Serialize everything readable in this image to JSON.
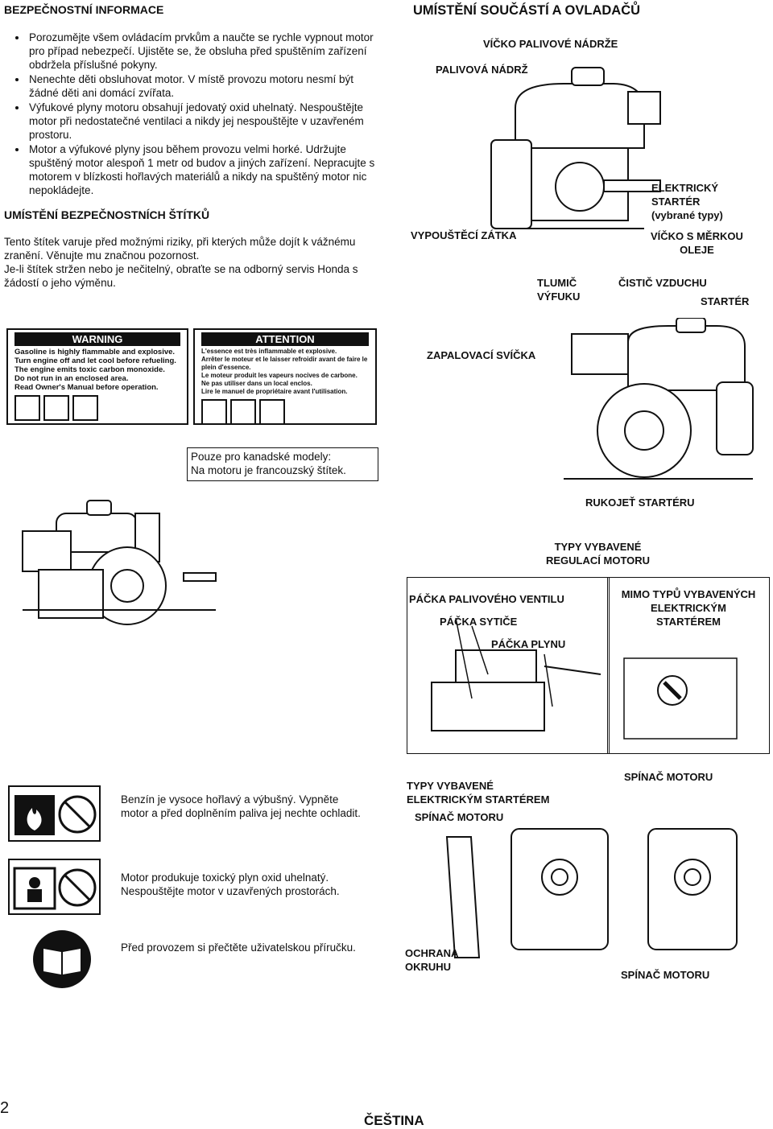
{
  "left": {
    "safety_title": "BEZPEČNOSTNÍ INFORMACE",
    "safety_bullets": [
      "Porozumějte všem ovládacím prvkům a naučte se rychle vypnout motor pro případ nebezpečí. Ujistěte se, že obsluha před spuštěním zařízení obdržela příslušné pokyny.",
      "Nenechte děti obsluhovat motor. V místě provozu motoru nesmí být žádné děti ani domácí zvířata.",
      "Výfukové plyny motoru obsahují jedovatý oxid uhelnatý. Nespouštějte motor při nedostatečné ventilaci a nikdy jej nespouštějte v uzavřeném prostoru.",
      "Motor a výfukové plyny jsou během provozu velmi horké. Udržujte spuštěný motor alespoň 1 metr od budov a jiných zařízení. Nepracujte s motorem v blízkosti hořlavých materiálů a nikdy na spuštěný motor nic nepokládejte."
    ],
    "labels_title": "UMÍSTĚNÍ BEZPEČNOSTNÍCH ŠTÍTKŮ",
    "labels_text": [
      "Tento štítek varuje před možnými riziky, při kterých může dojít k vážnému zranění. Věnujte mu značnou pozornost.",
      "Je-li štítek stržen nebo je nečitelný, obraťte se na odborný servis Honda s žádostí o jeho výměnu."
    ],
    "warning_label": {
      "head": "WARNING",
      "lines": [
        "Gasoline is highly flammable and explosive.",
        "Turn engine off and let cool before refueling.",
        "The engine emits toxic carbon monoxide.",
        "Do not run in an enclosed area.",
        "Read Owner's Manual before operation."
      ]
    },
    "attention_label": {
      "head": "ATTENTION",
      "lines": [
        "L'essence est très inflammable et explosive.",
        "Arrêter le moteur et le laisser refroidir avant de faire le plein d'essence.",
        "Le moteur produit les vapeurs nocives de carbone.",
        "Ne pas utiliser dans un local enclos.",
        "Lire le manuel de propriétaire avant l'utilisation."
      ]
    },
    "canada_note": [
      "Pouze pro kanadské modely:",
      "Na motoru je francouzský štítek."
    ],
    "symbol_texts": [
      "Benzín je vysoce hořlavý a výbušný. Vypněte motor a před doplněním paliva jej nechte ochladit.",
      "Motor produkuje toxický plyn oxid uhelnatý. Nespouštějte motor v uzavřených prostorách.",
      "Před provozem si přečtěte uživatelskou příručku."
    ],
    "page_number": "2"
  },
  "right": {
    "title": "UMÍSTĚNÍ SOUČÁSTÍ A OVLADAČŮ",
    "labels": {
      "fuel_cap": "VÍČKO PALIVOVÉ NÁDRŽE",
      "fuel_tank": "PALIVOVÁ NÁDRŽ",
      "electric_starter": [
        "ELEKTRICKÝ",
        "STARTÉR",
        "(vybrané typy)"
      ],
      "drain_plug": "VYPOUŠTĚCÍ ZÁTKA",
      "oil_cap": [
        "VÍČKO S MĚRKOU",
        "OLEJE"
      ],
      "muffler": [
        "TLUMIČ",
        "VÝFUKU"
      ],
      "air_cleaner": "ČISTIČ VZDUCHU",
      "starter": "STARTÉR",
      "spark_plug": "ZAPALOVACÍ SVÍČKA",
      "recoil_handle": "RUKOJEŤ STARTÉRU",
      "governor_types": [
        "TYPY VYBAVENÉ",
        "REGULACÍ MOTORU"
      ],
      "fuel_valve": "PÁČKA PALIVOVÉHO VENTILU",
      "non_electric": [
        "MIMO TYPŮ VYBAVENÝCH",
        "ELEKTRICKÝM",
        "STARTÉREM"
      ],
      "choke": "PÁČKA SYTIČE",
      "throttle": "PÁČKA PLYNU",
      "electric_types": [
        "TYPY VYBAVENÉ",
        "ELEKTRICKÝM STARTÉREM"
      ],
      "engine_switch_a": "SPÍNAČ MOTORU",
      "engine_switch_b": "SPÍNAČ MOTORU",
      "engine_switch_c": "SPÍNAČ MOTORU",
      "circuit_protector": [
        "OCHRANA",
        "OKRUHU"
      ]
    },
    "footer": "ČEŠTINA"
  }
}
